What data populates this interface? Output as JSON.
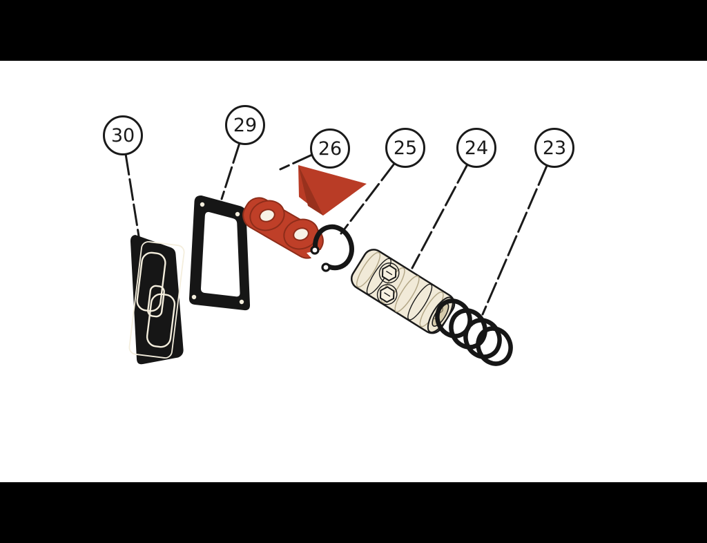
{
  "diagram": {
    "callouts": [
      {
        "label": "30"
      },
      {
        "label": "29"
      },
      {
        "label": "26"
      },
      {
        "label": "25"
      },
      {
        "label": "24"
      },
      {
        "label": "23"
      }
    ],
    "colors": {
      "background": "#000000",
      "canvas": "#ffffff",
      "outline": "#1a1a1a",
      "dark_part": "#161616",
      "red_part": "#bf3f28",
      "red_part_dark": "#8e2d1a",
      "cream_part": "#f1ead8",
      "cream_detail": "#f4eedd"
    }
  }
}
